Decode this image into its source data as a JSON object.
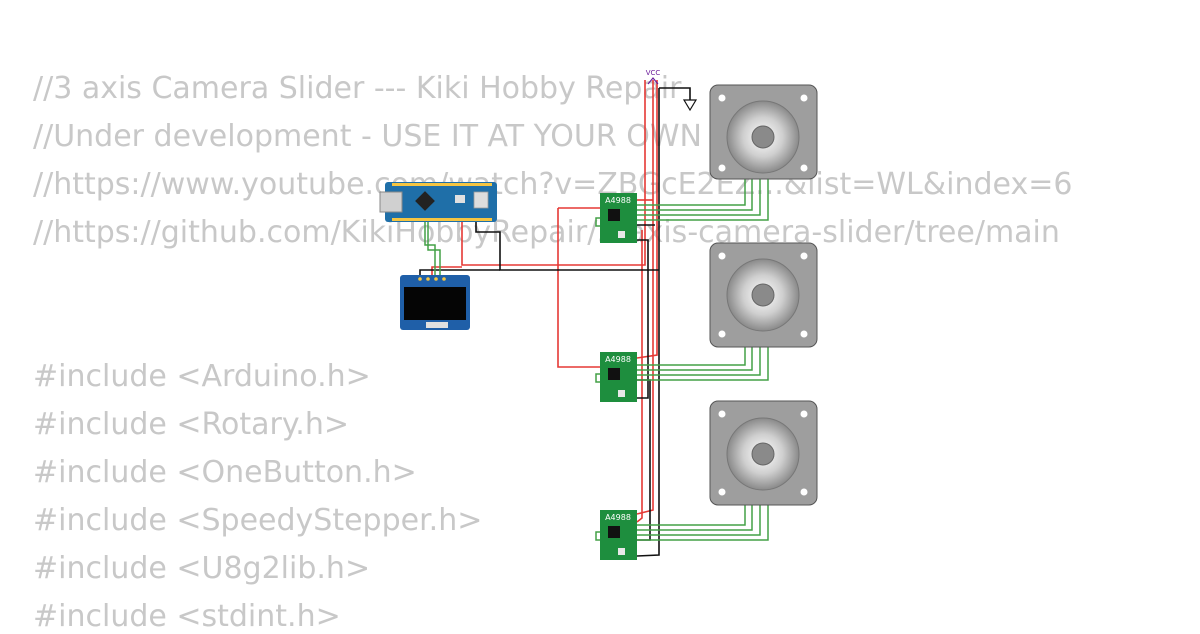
{
  "code": {
    "lines": [
      "//3 axis Camera Slider --- Kiki Hobby Repair",
      "//Under development - USE IT AT YOUR OWN",
      "//https://www.youtube.com/watch?v=ZBGcE2EZ...&list=WL&index=6",
      "//https://github.com/KikiHobbyRepair/3-axis-camera-slider/tree/main",
      "#include <Arduino.h>",
      "#include <Rotary.h>",
      "#include <OneButton.h>",
      "#include <SpeedyStepper.h>",
      "#include <U8g2lib.h>",
      "#include <stdint.h>"
    ]
  },
  "circuit": {
    "vcc_label": "VCC",
    "driver_label": "A4988",
    "colors": {
      "wire_red": "#e53935",
      "wire_black": "#111111",
      "wire_green": "#43a047",
      "board_blue": "#1f6fa8",
      "driver_green": "#1e8e3e",
      "motor_gray": "#9e9e9e"
    }
  }
}
